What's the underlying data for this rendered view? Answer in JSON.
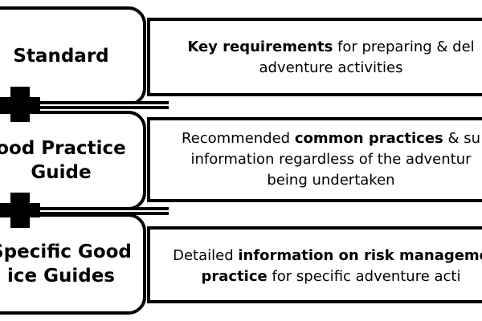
{
  "levels": [
    {
      "title_lines": [
        "Standard"
      ],
      "description_lines": [
        [
          {
            "t": "Key requirements",
            "b": true
          },
          {
            "t": " for preparing & del",
            "b": false
          }
        ],
        [
          {
            "t": "adventure activities",
            "b": false
          }
        ]
      ]
    },
    {
      "title_lines": [
        "ood Practice",
        "Guide"
      ],
      "description_lines": [
        [
          {
            "t": "Recommended ",
            "b": false
          },
          {
            "t": "common practices",
            "b": true
          },
          {
            "t": " & su",
            "b": false
          }
        ],
        [
          {
            "t": "information regardless of the adventur",
            "b": false
          }
        ],
        [
          {
            "t": "being undertaken",
            "b": false
          }
        ]
      ]
    },
    {
      "title_lines": [
        "Specific Good",
        "ice Guides"
      ],
      "description_lines": [
        [
          {
            "t": "Detailed ",
            "b": false
          },
          {
            "t": "information on risk manageme",
            "b": true
          }
        ],
        [
          {
            "t": "practice",
            "b": true
          },
          {
            "t": " for specific adventure acti",
            "b": false
          }
        ]
      ]
    }
  ],
  "colors": {
    "stroke": "#000000",
    "fill": "#ffffff"
  },
  "icons": {
    "connector": "plus-connector-icon"
  }
}
